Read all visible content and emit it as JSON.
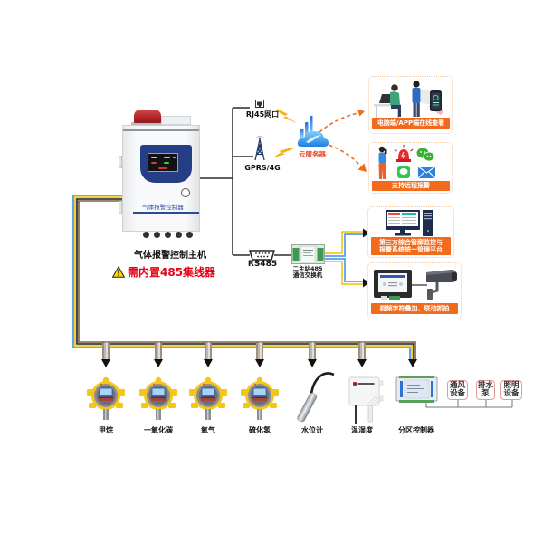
{
  "controller": {
    "device_label": "气体报警控制器",
    "title": "气体报警控制主机",
    "warning_text": "需内置485集线器",
    "warning_icon": "warning-triangle-icon"
  },
  "network": {
    "rj45": {
      "label": "RJ45网口",
      "icon": "ethernet-port-icon"
    },
    "gprs": {
      "label": "GPRS/4G",
      "icon": "cell-tower-icon"
    },
    "cloud": {
      "label": "云服务器",
      "icon": "cloud-server-icon"
    },
    "rs485": {
      "label": "RS485",
      "icon": "serial-port-icon"
    },
    "switch": {
      "label_line1": "二主站485",
      "label_line2": "通信交换机"
    }
  },
  "panels": [
    {
      "label": "电脑端/APP端在线查看"
    },
    {
      "label": "支持远程报警"
    },
    {
      "label_line1": "第三方综合管廊监控与",
      "label_line2": "报警系统统一管理平台"
    },
    {
      "label": "视频字符叠加、联动抓拍"
    }
  ],
  "sensors": [
    {
      "label": "甲烷"
    },
    {
      "label": "一氧化碳"
    },
    {
      "label": "氧气"
    },
    {
      "label": "硫化氢"
    },
    {
      "label": "水位计"
    },
    {
      "label": "温湿度"
    },
    {
      "label": "分区控制器"
    }
  ],
  "equipment": [
    {
      "line1": "通风",
      "line2": "设备"
    },
    {
      "line1": "排水",
      "line2": "泵"
    },
    {
      "line1": "照明",
      "line2": "设备"
    }
  ],
  "colors": {
    "accent_orange": "#f26a1b",
    "warning_red": "#e60012",
    "cloud_label": "#e8452c",
    "bus_blue": "#3a8ee6",
    "bus_yellow": "#f2c200",
    "bus_black": "#1a1a1a",
    "bus_brown": "#7a6040",
    "panel_border": "#f7c9a3",
    "equipment_border": "#e89a9a"
  }
}
